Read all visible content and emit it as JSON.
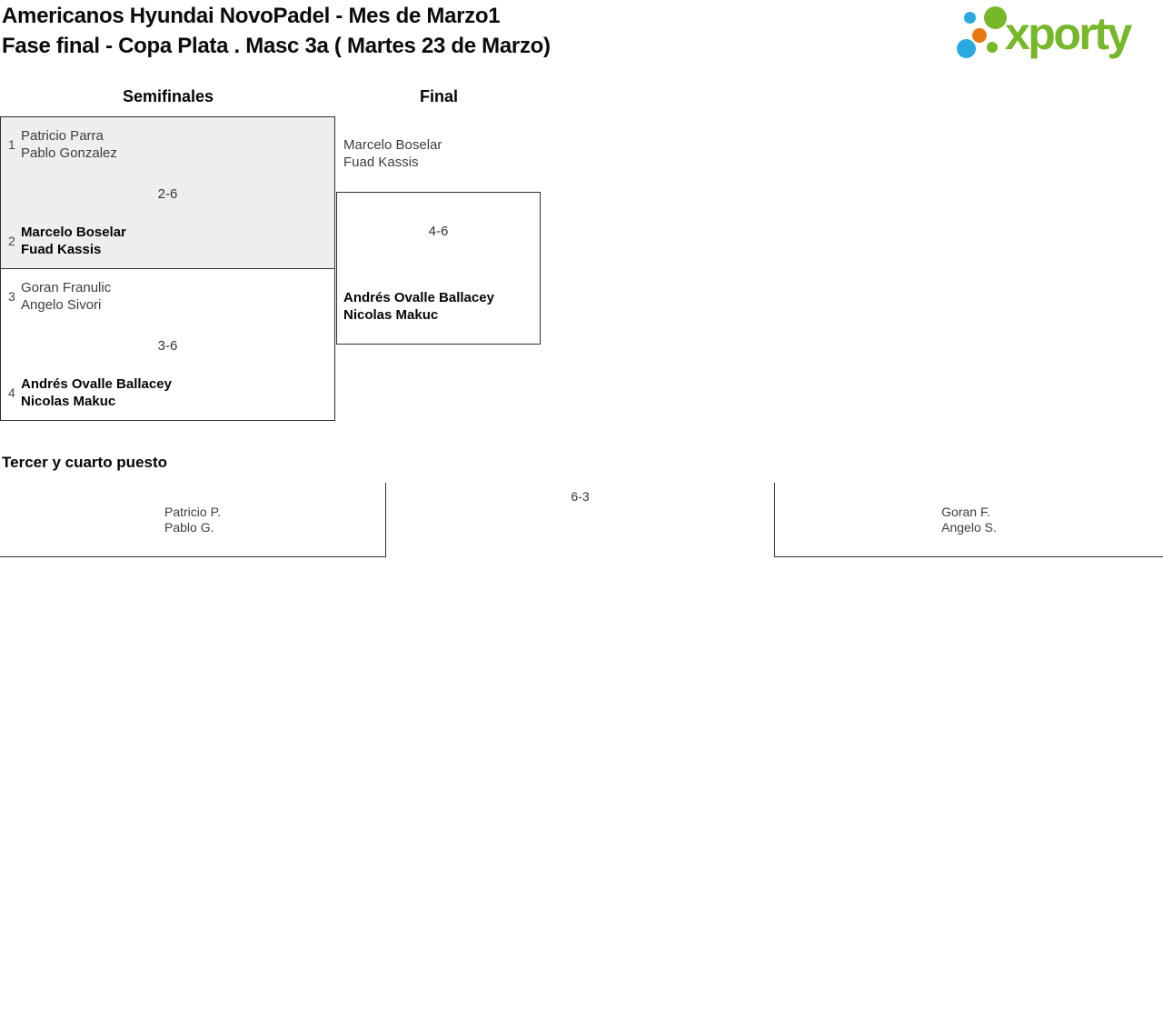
{
  "header": {
    "title_line1": "Americanos Hyundai NovoPadel - Mes de Marzo1",
    "title_line2": "Fase final - Copa Plata . Masc 3a ( Martes 23 de Marzo)"
  },
  "logo": {
    "word": "xporty"
  },
  "colors": {
    "logo_green": "#76b82a",
    "logo_blue": "#29a9e0",
    "logo_orange": "#e8790f",
    "box_fill": "#eeeeee",
    "line": "#2f2f2f"
  },
  "bracket": {
    "semifinals_label": "Semifinales",
    "final_label": "Final",
    "semifinals": [
      {
        "top": {
          "seed": "1",
          "players": [
            "Patricio Parra",
            "Pablo Gonzalez"
          ]
        },
        "score": "2-6",
        "bottom": {
          "seed": "2",
          "players": [
            "Marcelo Boselar",
            "Fuad Kassis"
          ]
        }
      },
      {
        "top": {
          "seed": "3",
          "players": [
            "Goran Franulic",
            "Angelo Sivori"
          ]
        },
        "score": "3-6",
        "bottom": {
          "seed": "4",
          "players": [
            "Andrés Ovalle Ballacey",
            "Nicolas Makuc"
          ]
        }
      }
    ],
    "final": {
      "top_players": [
        "Marcelo Boselar",
        "Fuad Kassis"
      ],
      "score": "4-6",
      "winner_players": [
        "Andrés Ovalle Ballacey",
        "Nicolas Makuc"
      ]
    }
  },
  "third_place": {
    "heading": "Tercer y cuarto puesto",
    "left_players": [
      "Patricio P.",
      "Pablo G."
    ],
    "score": "6-3",
    "right_players": [
      "Goran F.",
      "Angelo S."
    ]
  }
}
